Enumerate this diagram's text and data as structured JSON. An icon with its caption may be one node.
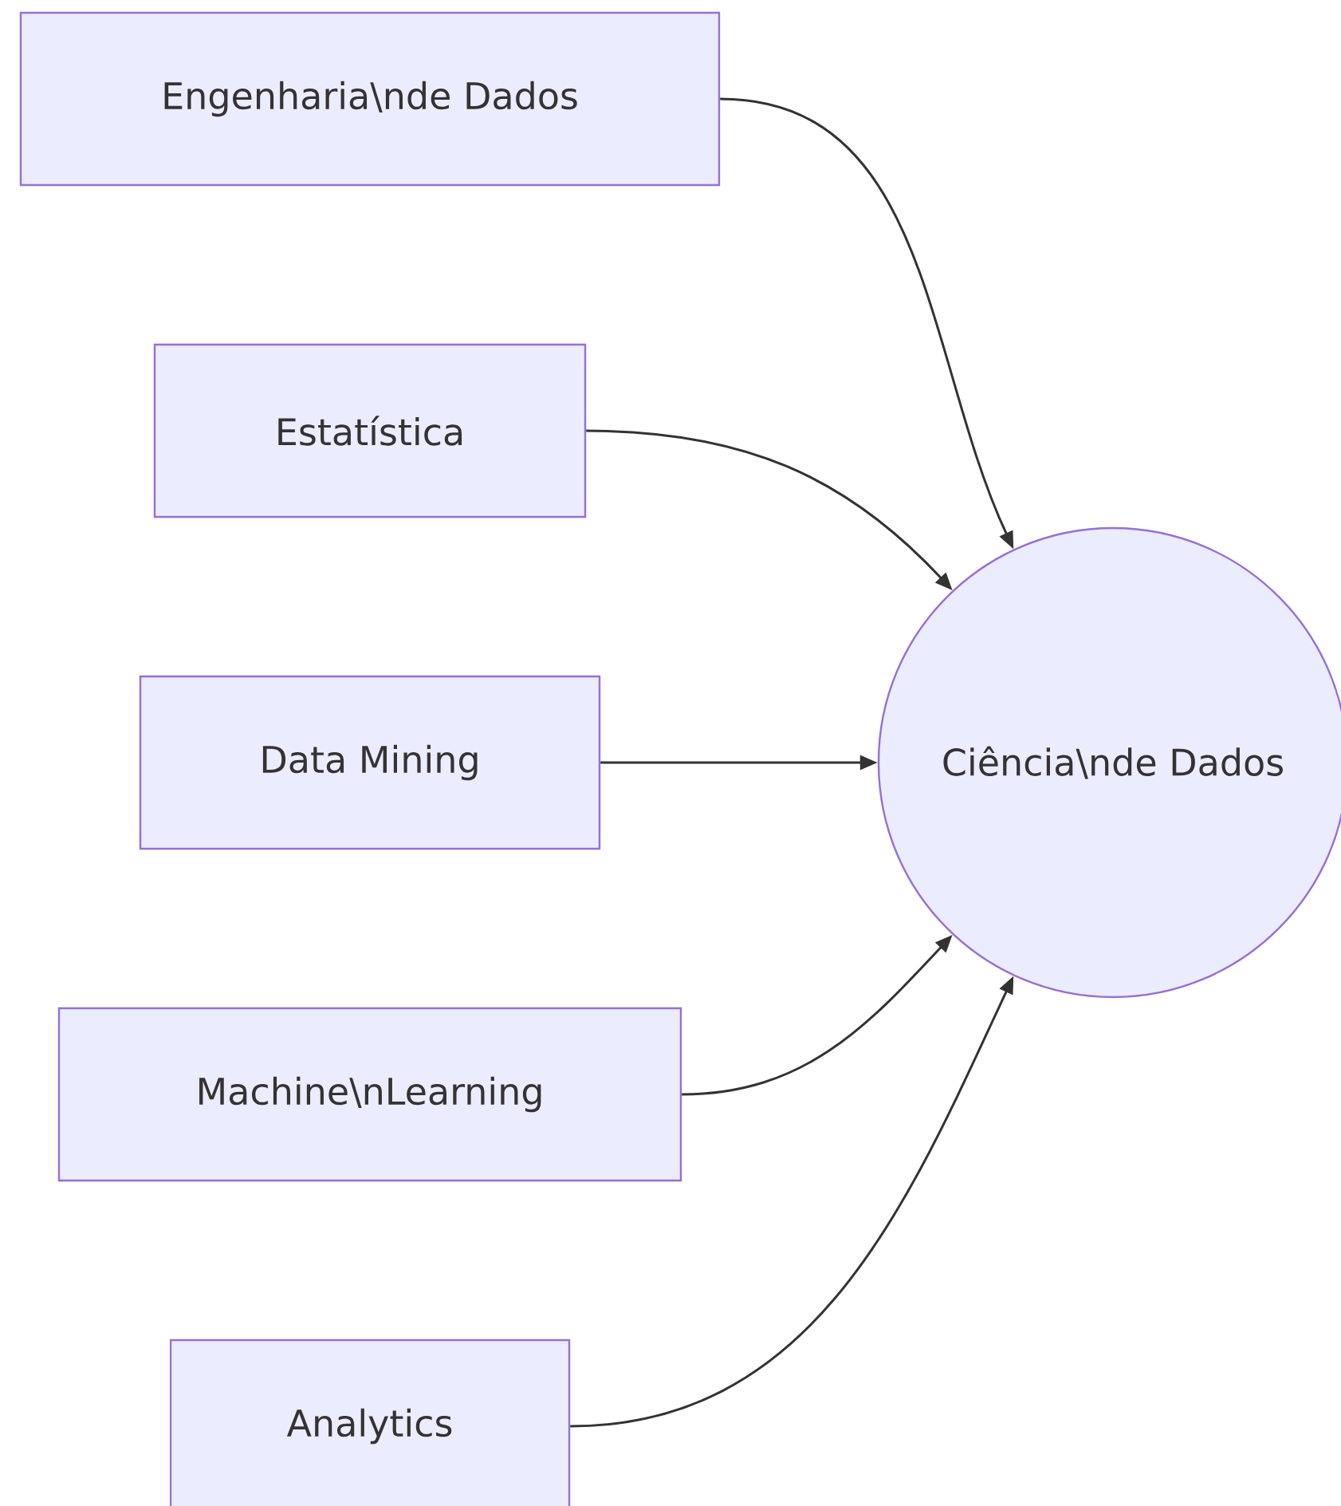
{
  "diagram": {
    "nodes": [
      {
        "text": [
          "Engenharia\\nde Dados"
        ]
      },
      {
        "text": [
          "Estatística"
        ]
      },
      {
        "text": [
          "Data Mining"
        ]
      },
      {
        "text": [
          "Machine\\nLearning"
        ]
      },
      {
        "text": [
          "Analytics"
        ]
      },
      {
        "text": [
          "Ciência\\nde Dados"
        ]
      }
    ],
    "edges": [
      {
        "from": 0,
        "to": 5,
        "arrow": "to"
      },
      {
        "from": 1,
        "to": 5,
        "arrow": "to"
      },
      {
        "from": 2,
        "to": 5,
        "arrow": "to"
      },
      {
        "from": 3,
        "to": 5,
        "arrow": "to"
      },
      {
        "from": 4,
        "to": 5,
        "arrow": "to"
      }
    ]
  }
}
